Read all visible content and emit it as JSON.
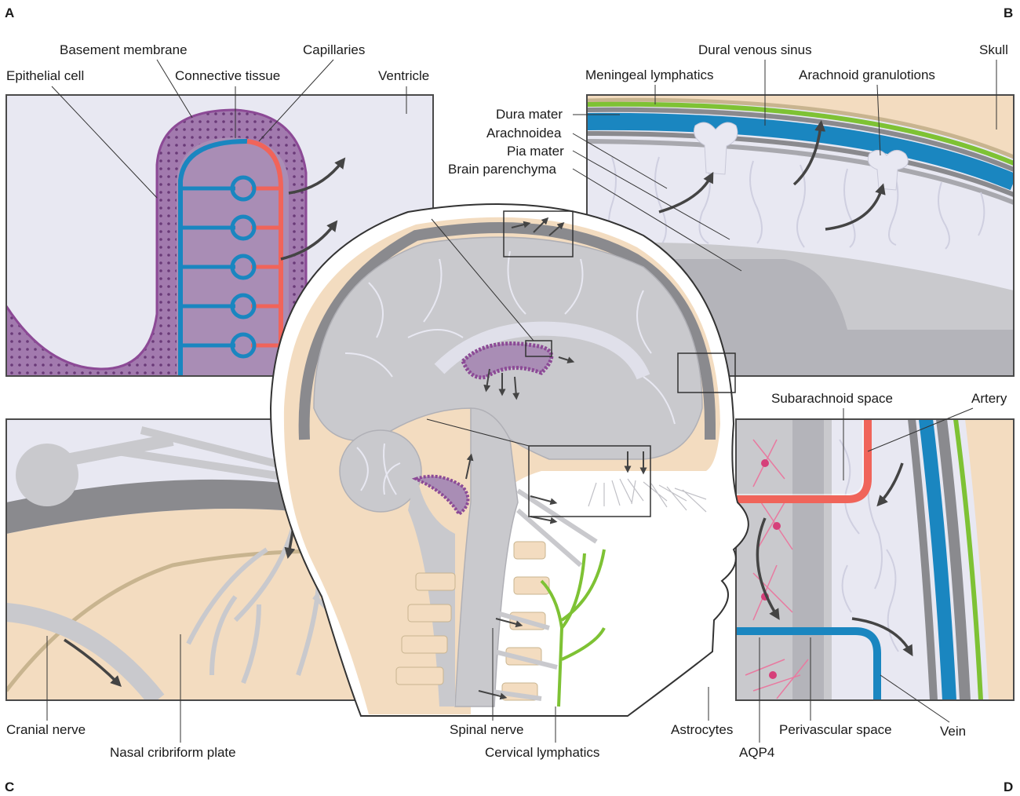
{
  "panels": {
    "a": "A",
    "b": "B",
    "c": "C",
    "d": "D"
  },
  "labels": {
    "basement_membrane": "Basement membrane",
    "capillaries": "Capillaries",
    "epithelial_cell": "Epithelial cell",
    "connective_tissue": "Connective tissue",
    "ventricle": "Ventricle",
    "dural_venous_sinus": "Dural venous sinus",
    "skull": "Skull",
    "meningeal_lymphatics": "Meningeal lymphatics",
    "arachnoid_granulations": "Arachnoid granulotions",
    "dura_mater": "Dura mater",
    "arachnoidea": "Arachnoidea",
    "pia_mater": "Pia mater",
    "brain_parenchyma": "Brain parenchyma",
    "subarachnoid_space": "Subarachnoid space",
    "artery": "Artery",
    "cranial_nerve": "Cranial nerve",
    "nasal_cribriform_plate": "Nasal cribriform plate",
    "spinal_nerve": "Spinal nerve",
    "cervical_lymphatics": "Cervical lymphatics",
    "astrocytes": "Astrocytes",
    "aqp4": "AQP4",
    "perivascular_space": "Perivascular space",
    "vein": "Vein"
  },
  "colors": {
    "artery": "#f0645a",
    "vein": "#1a86c0",
    "epithelium": "#8c4a96",
    "connective": "#a98db5",
    "lymphatic": "#7ec234",
    "skull_tan": "#f3dcc0",
    "bone_line": "#c8b48f",
    "dura_grey": "#8a8a8e",
    "brain_grey": "#c9c9cd",
    "csf": "#e8e8f2",
    "astrocyte": "#e87aa0"
  }
}
